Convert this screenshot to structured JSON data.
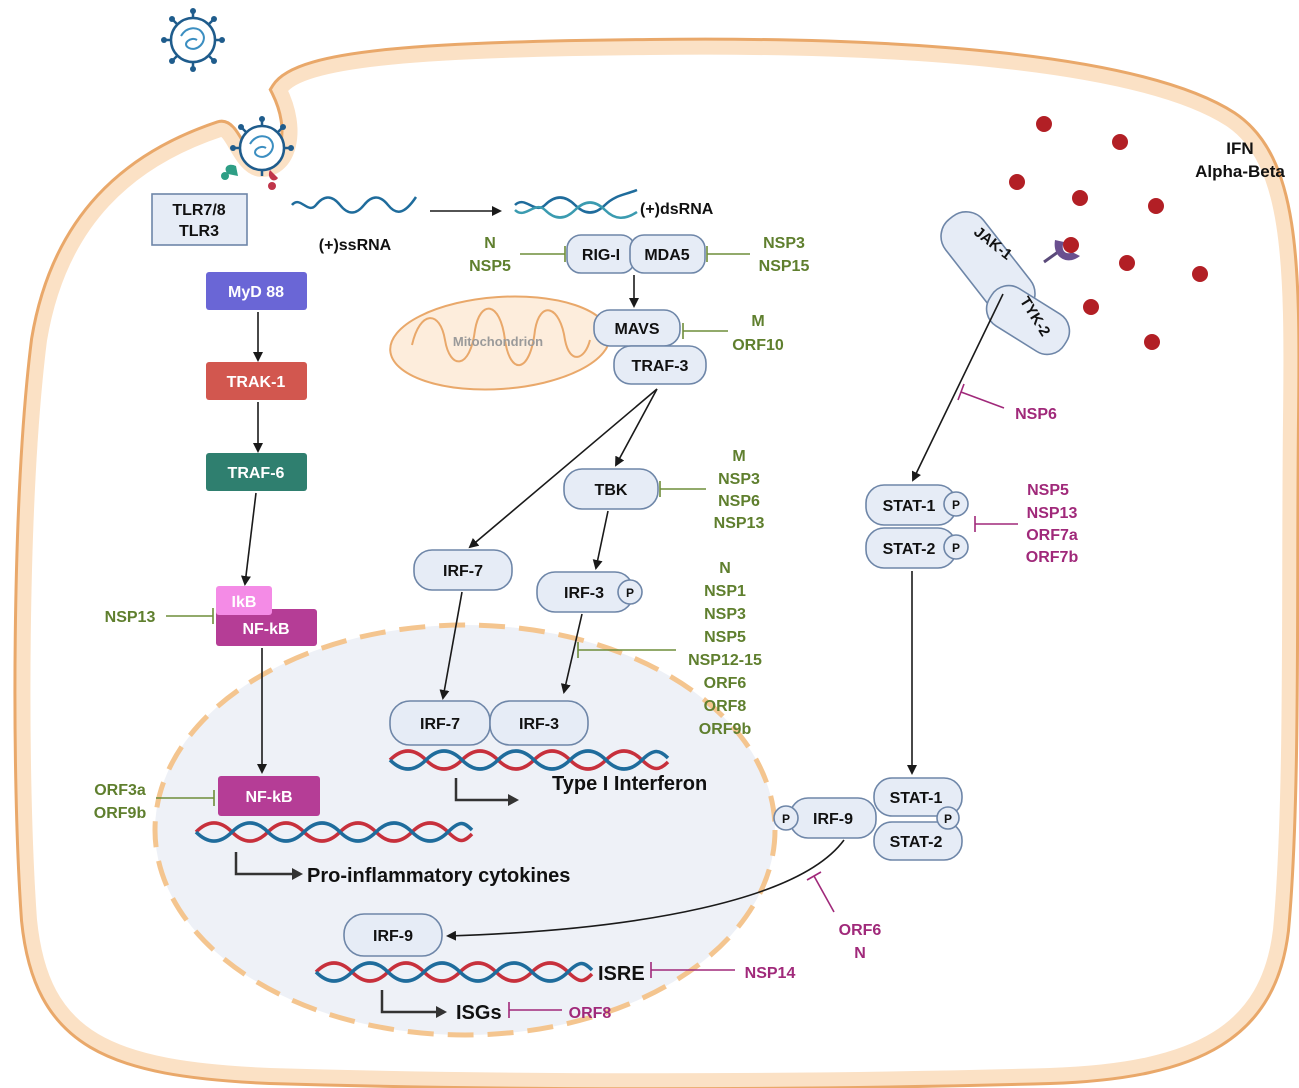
{
  "labels": {
    "tlr_line1": "TLR7/8",
    "tlr_line2": "TLR3",
    "ssrna": "(+)ssRNA",
    "dsrna": "(+)dsRNA",
    "ifn_line1": "IFN",
    "ifn_line2": "Alpha-Beta",
    "mitochondrion": "Mitochondrion",
    "pro_inflammatory": "Pro-inflammatory cytokines",
    "type1_ifn": "Type I Interferon",
    "isre": "ISRE",
    "isgs": "ISGs",
    "phospho": "P"
  },
  "nodes": {
    "myd88": "MyD 88",
    "trak1": "TRAK-1",
    "traf6": "TRAF-6",
    "ikb": "IkB",
    "nfkb_cyto": "NF-kB",
    "nfkb_nuc": "NF-kB",
    "rig1": "RIG-I",
    "mda5": "MDA5",
    "mavs": "MAVS",
    "traf3": "TRAF-3",
    "tbk": "TBK",
    "irf7_cyto": "IRF-7",
    "irf3_cyto": "IRF-3",
    "irf7_nuc": "IRF-7",
    "irf3_nuc": "IRF-3",
    "jak1": "JAK-1",
    "tyk2": "TYK-2",
    "stat1_a": "STAT-1",
    "stat2_a": "STAT-2",
    "stat1_b": "STAT-1",
    "stat2_b": "STAT-2",
    "irf9_cyto": "IRF-9",
    "irf9_nuc": "IRF-9"
  },
  "inhibitors": {
    "rig1_left": [
      "N",
      "NSP5"
    ],
    "mda5_right": [
      "NSP3",
      "NSP15"
    ],
    "mavs": [
      "M",
      "ORF10"
    ],
    "tbk": [
      "M",
      "NSP3",
      "NSP6",
      "NSP13"
    ],
    "irf3": [
      "N",
      "NSP1",
      "NSP3",
      "NSP5",
      "NSP12-15",
      "ORF6",
      "ORF8",
      "ORF9b"
    ],
    "ikb": [
      "NSP13"
    ],
    "nfkb": [
      "ORF3a",
      "ORF9b"
    ],
    "jak": [
      "NSP6"
    ],
    "stat": [
      "NSP5",
      "NSP13",
      "ORF7a",
      "ORF7b"
    ],
    "irf9": [
      "ORF6",
      "N"
    ],
    "isre": [
      "NSP14"
    ],
    "isgs": [
      "ORF8"
    ]
  },
  "colors": {
    "membrane": "#f6c99a",
    "membrane_edge": "#e9a86a",
    "nucleus_fill": "#eef1f7",
    "nucleus_dash": "#f4c58f",
    "node_fill": "#e6ecf6",
    "node_stroke": "#6e86a8",
    "myd88": "#6a66d6",
    "trak1": "#d2574f",
    "traf6": "#2f7f6f",
    "ikb": "#f48be6",
    "nfkb": "#b53d96",
    "inhibitor_green": "#5f7f2e",
    "inhibitor_magenta": "#a0297a",
    "ifn_particle": "#b21f25",
    "dna_red": "#c7303c",
    "dna_blue": "#1f6c9c"
  }
}
